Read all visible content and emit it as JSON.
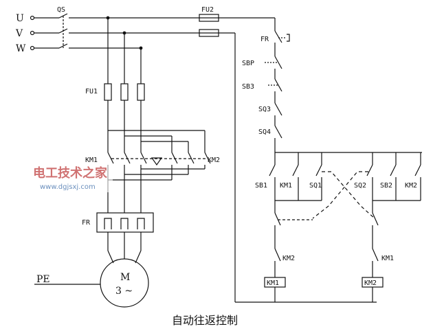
{
  "diagram": {
    "caption": "自动往返控制",
    "phases": [
      "U",
      "V",
      "W"
    ],
    "labels": {
      "qs": "QS",
      "fu2": "FU2",
      "fu1": "FU1",
      "km1_main": "KM1",
      "km2_main": "KM2",
      "fr_main": "FR",
      "pe": "PE",
      "motor_m": "M",
      "motor_phase": "3 ~",
      "fr_ctrl": "FR",
      "sbp": "SBP",
      "sb3": "SB3",
      "sq3": "SQ3",
      "sq4": "SQ4",
      "sb1": "SB1",
      "km1_hold": "KM1",
      "sq1": "SQ1",
      "sq2": "SQ2",
      "sb2": "SB2",
      "km2_hold": "KM2",
      "km2_interlock": "KM2",
      "km1_interlock": "KM1",
      "coil_km1": "KM1",
      "coil_km2": "KM2"
    },
    "watermark": {
      "name": "电工技术之家",
      "url": "www.dgjsxj.com"
    }
  }
}
